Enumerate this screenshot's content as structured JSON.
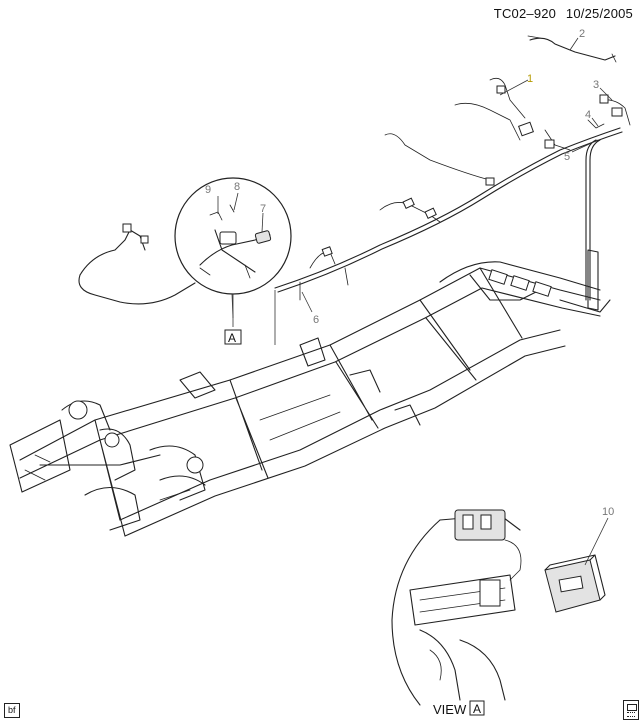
{
  "header": {
    "code": "TC02–920",
    "date": "10/25/2005"
  },
  "callouts": {
    "c1": "1",
    "c2": "2",
    "c3": "3",
    "c4": "4",
    "c5": "5",
    "c6": "6",
    "c7": "7",
    "c8": "8",
    "c9": "9",
    "c10": "10"
  },
  "view_ref": {
    "letter": "A"
  },
  "view_label": {
    "text": "VIEW",
    "letter": "A"
  },
  "footer": {
    "badge": "bf"
  },
  "colors": {
    "highlight_callout": "#b59a00",
    "callout": "#777777",
    "line": "#222222"
  },
  "icons": [
    "detail-magnifier-circle",
    "print-icon"
  ]
}
